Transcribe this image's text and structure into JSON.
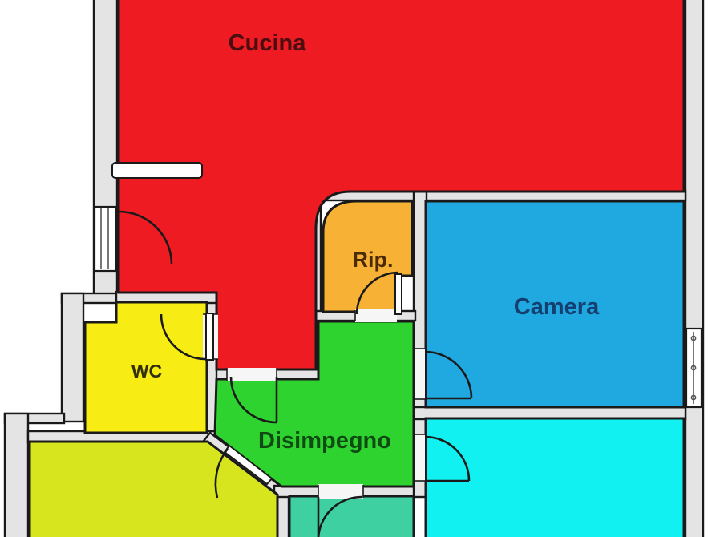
{
  "plan": {
    "type": "apartment-floor-plan",
    "background": "#FFFFFF",
    "walls": {
      "fill": "#E4E4E4",
      "outline": "#1A1A1A"
    },
    "rooms": {
      "cucina": {
        "label": "Cucina",
        "color": "#EE1B22",
        "label_color": "#4A0D10"
      },
      "rip": {
        "label": "Rip.",
        "color": "#F7B236",
        "label_color": "#4B2A06"
      },
      "camera": {
        "label": "Camera",
        "color": "#1FA9E0",
        "label_color": "#153F70"
      },
      "wc": {
        "label": "WC",
        "color": "#F7EC13",
        "label_color": "#333008"
      },
      "disimpegno": {
        "label": "Disimpegno",
        "color": "#2FD32F",
        "label_color": "#0F4A12"
      },
      "room_lime": {
        "color": "#D6E51E"
      },
      "room_teal": {
        "color": "#3ED0A0"
      },
      "room_cyan": {
        "color": "#12F1F1"
      }
    }
  }
}
